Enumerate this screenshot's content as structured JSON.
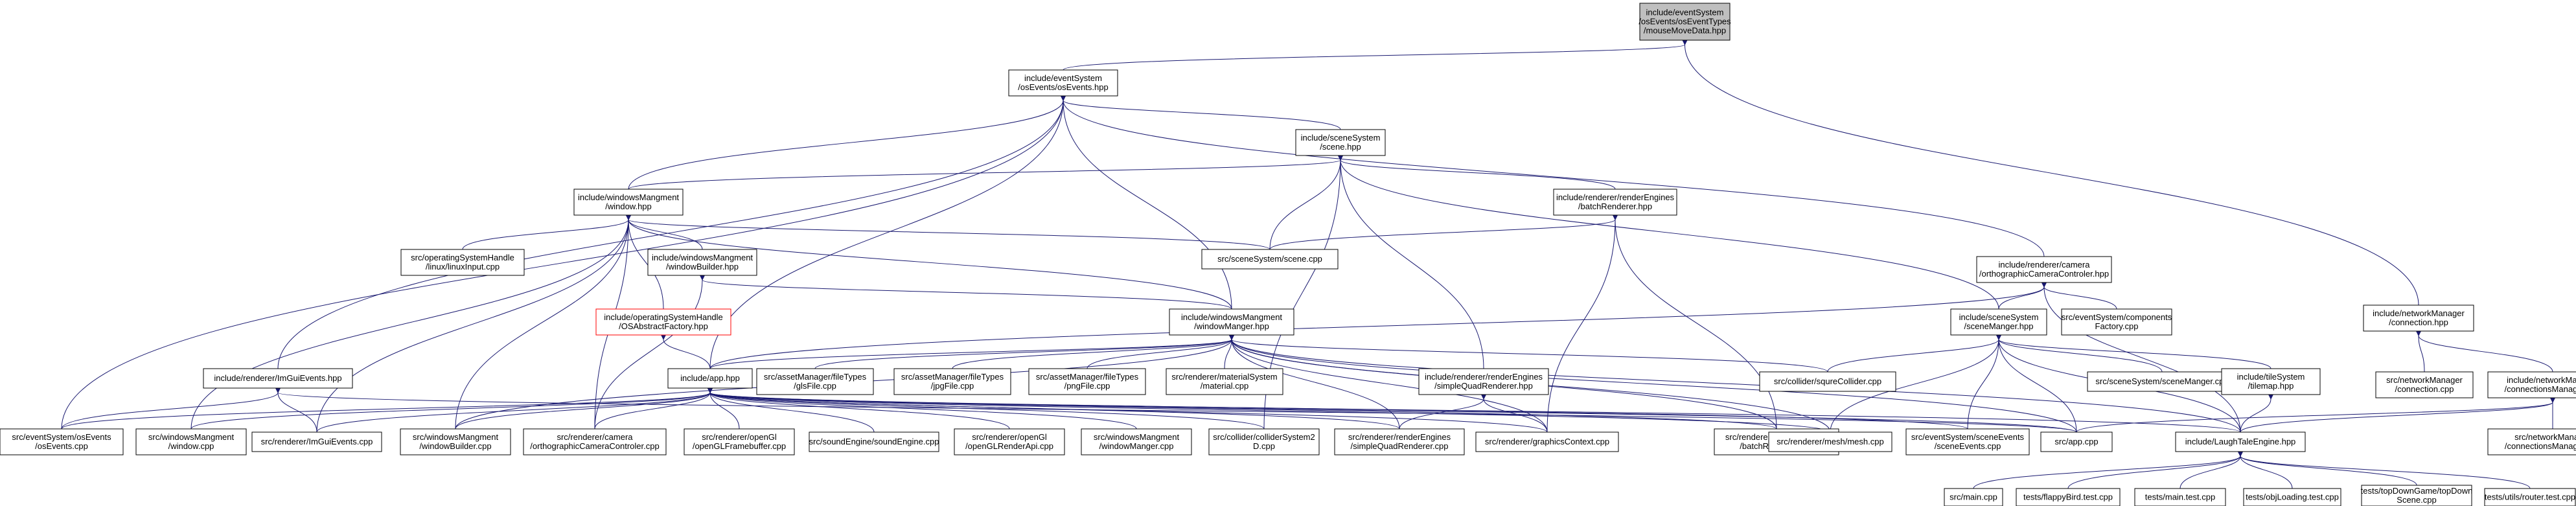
{
  "colors": {
    "edge": "#191970",
    "root_fill": "#bfbfbf",
    "red_border": "#ff0000"
  },
  "nodes": {
    "mouse": [
      "include/eventSystem",
      "/osEvents/osEventTypes",
      "/mouseMoveData.hpp"
    ],
    "osevents": [
      "include/eventSystem",
      "/osEvents/osEvents.hpp"
    ],
    "scene": [
      "include/sceneSystem",
      "/scene.hpp"
    ],
    "wmwindow": [
      "include/windowsMangment",
      "/window.hpp"
    ],
    "batch": [
      "include/renderer/renderEngines",
      "/batchRenderer.hpp"
    ],
    "ortho": [
      "include/renderer/camera",
      "/orthographicCameraControler.hpp"
    ],
    "netman": [
      "include/networkManager",
      "/connection.hpp"
    ],
    "linuxinput": [
      "src/operatingSystemHandle",
      "/linux/linuxInput.cpp"
    ],
    "wbuilder": [
      "include/windowsMangment",
      "/windowBuilder.hpp"
    ],
    "scenecpp": [
      "src/sceneSystem/scene.cpp"
    ],
    "osabstract": [
      "include/operatingSystemHandle",
      "/OSAbstractFactory.hpp"
    ],
    "wmanager": [
      "include/windowsMangment",
      "/windowManger.hpp"
    ],
    "scenemgr": [
      "include/sceneSystem",
      "/sceneManger.hpp"
    ],
    "compfactory": [
      "src/eventSystem/components",
      "Factory.cpp"
    ],
    "imgui": [
      "include/renderer/ImGuiEvents.hpp"
    ],
    "app": [
      "include/app.hpp"
    ],
    "gltf": [
      "src/assetManager/fileTypes",
      "/glsFile.cpp"
    ],
    "jpg": [
      "src/assetManager/fileTypes",
      "/jpgFile.cpp"
    ],
    "png": [
      "src/assetManager/fileTypes",
      "/pngFile.cpp"
    ],
    "material": [
      "src/renderer/materialSystem",
      "/material.cpp"
    ],
    "simplequad": [
      "include/renderer/renderEngines",
      "/simpleQuadRenderer.hpp"
    ],
    "squre": [
      "src/collider/squreCollider.cpp"
    ],
    "scenemgrcpp": [
      "src/sceneSystem/sceneManger.cpp"
    ],
    "tilemap": [
      "include/tileSystem",
      "/tilemap.hpp"
    ],
    "netconcpp": [
      "src/networkManager",
      "/connection.cpp"
    ],
    "connmgr": [
      "include/networkManager",
      "/connectionsManager.hpp"
    ],
    "oseventscpp": [
      "src/eventSystem/osEvents",
      "/osEvents.cpp"
    ],
    "windowcpp": [
      "src/windowsMangment",
      "/window.cpp"
    ],
    "imguicpp": [
      "src/renderer/ImGuiEvents.cpp"
    ],
    "wbuildercpp": [
      "src/windowsMangment",
      "/windowBuilder.cpp"
    ],
    "orthocpp": [
      "src/renderer/camera",
      "/orthographicCameraControler.cpp"
    ],
    "glfb": [
      "src/renderer/openGl",
      "/openGLFramebuffer.cpp"
    ],
    "sound": [
      "src/soundEngine/soundEngine.cpp"
    ],
    "glapi": [
      "src/renderer/openGl",
      "/openGLRenderApi.cpp"
    ],
    "wmanagercpp": [
      "src/windowsMangment",
      "/windowManger.cpp"
    ],
    "collider2d": [
      "src/collider/colliderSystem2",
      "D.cpp"
    ],
    "simplequadcpp": [
      "src/renderer/renderEngines",
      "/simpleQuadRenderer.cpp"
    ],
    "gcontext": [
      "src/renderer/graphicsContext.cpp"
    ],
    "batchcpp": [
      "src/renderer/renderEngines",
      "/batchRenderer.cpp"
    ],
    "mesh": [
      "src/renderer/mesh/mesh.cpp"
    ],
    "sceneevents": [
      "src/eventSystem/sceneEvents",
      "/sceneEvents.cpp"
    ],
    "appcpp": [
      "src/app.cpp"
    ],
    "laugh": [
      "include/LaughTaleEngine.hpp"
    ],
    "connmgrcpp": [
      "src/networkManager",
      "/connectionsManager.cpp"
    ],
    "maincpp": [
      "src/main.cpp"
    ],
    "flappy": [
      "tests/flappyBird.test.cpp"
    ],
    "maintest": [
      "tests/main.test.cpp"
    ],
    "objload": [
      "tests/objLoading.test.cpp"
    ],
    "topdown": [
      "tests/topDownGame/topDown",
      "Scene.cpp"
    ],
    "router": [
      "tests/utils/router.test.cpp"
    ]
  }
}
